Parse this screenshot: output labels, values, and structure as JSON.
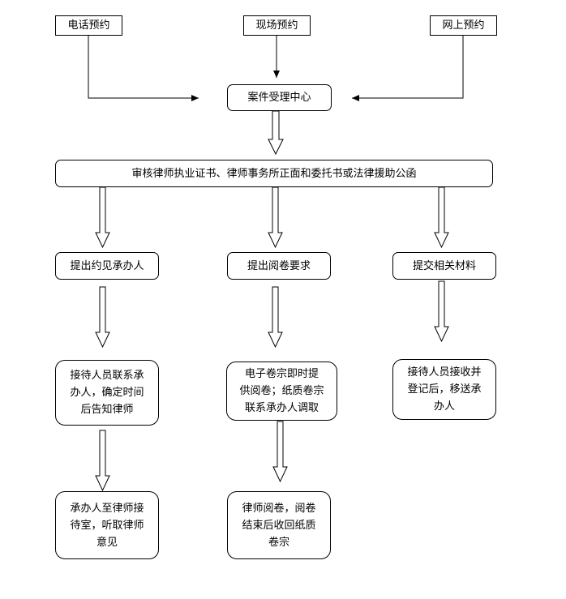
{
  "flow": {
    "phone": "电话预约",
    "onsite": "现场预约",
    "online": "网上预约",
    "center": "案件受理中心",
    "review": "审核律师执业证书、律师事务所正面和委托书或法律援助公函",
    "meet": "提出约见承办人",
    "read": "提出阅卷要求",
    "submit": "提交相关材料",
    "meet_step1": "接待人员联系承\n办人，确定时间\n后告知律师",
    "read_step1": "电子卷宗即时提\n供阅卷；纸质卷宗\n联系承办人调取",
    "submit_step1": "接待人员接收并\n登记后，移送承\n办人",
    "meet_step2": "承办人至律师接\n待室，听取律师\n意见",
    "read_step2": "律师阅卷，阅卷\n结束后收回纸质\n卷宗"
  }
}
